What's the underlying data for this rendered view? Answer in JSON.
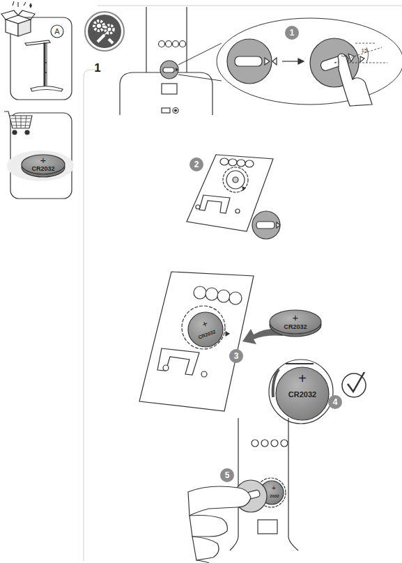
{
  "diagram": {
    "labels": [
      "A",
      "+",
      "CR2032",
      "1",
      "1",
      "15",
      "2",
      "+",
      "CR2032",
      "+",
      "CR2032",
      "3",
      "+",
      "CR2032",
      "4",
      "5",
      "+",
      "2032"
    ]
  }
}
